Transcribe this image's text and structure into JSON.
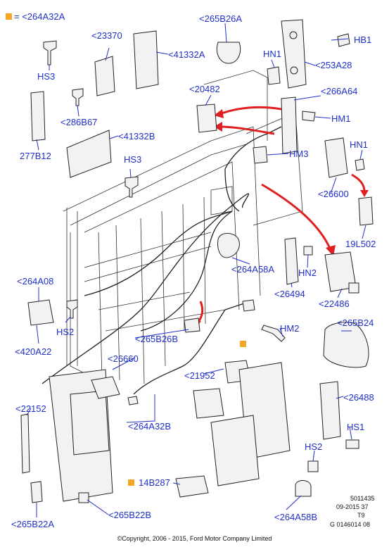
{
  "legend": {
    "text": "= <264A32A",
    "marker_color": "#f5a623"
  },
  "label_color": "#2030c8",
  "arrow_color": "#e02020",
  "parts": {
    "265B26A": "<265B26A",
    "23370": "<23370",
    "HB1": "HB1",
    "41332A": "<41332A",
    "HN1_top": "HN1",
    "253A28": "<253A28",
    "HS3_top": "HS3",
    "20482": "<20482",
    "266A64": "<266A64",
    "286B67": "<286B67",
    "HM1": "HM1",
    "41332B": "<41332B",
    "HN1_right": "HN1",
    "HM3": "HM3",
    "277B12": "277B12",
    "HS3_mid": "HS3",
    "26600": "<26600",
    "19L502": "19L502",
    "264A58A": "<264A58A",
    "HN2_right": "HN2",
    "264A08": "<264A08",
    "26494": "<26494",
    "22486": "<22486",
    "265B24": "<265B24",
    "HS2_left": "HS2",
    "HM2": "HM2",
    "265B26B": "<265B26B",
    "420A22": "<420A22",
    "26660": "<26660",
    "21952": "<21952",
    "26488": "<26488",
    "22152": "<22152",
    "264A32B": "<264A32B",
    "HS1": "HS1",
    "HS2_right": "HS2",
    "14B287": "14B287",
    "265B22B": "<265B22B",
    "264A58B": "<264A58B",
    "265B22A": "<265B22A"
  },
  "footer": {
    "diagram_number": "5011435",
    "date_code": "09-2015 37",
    "sheet": "T9",
    "reference": "G 0146014 08",
    "copyright": "©Copyright, 2006 - 2015, Ford Motor Company Limited"
  }
}
